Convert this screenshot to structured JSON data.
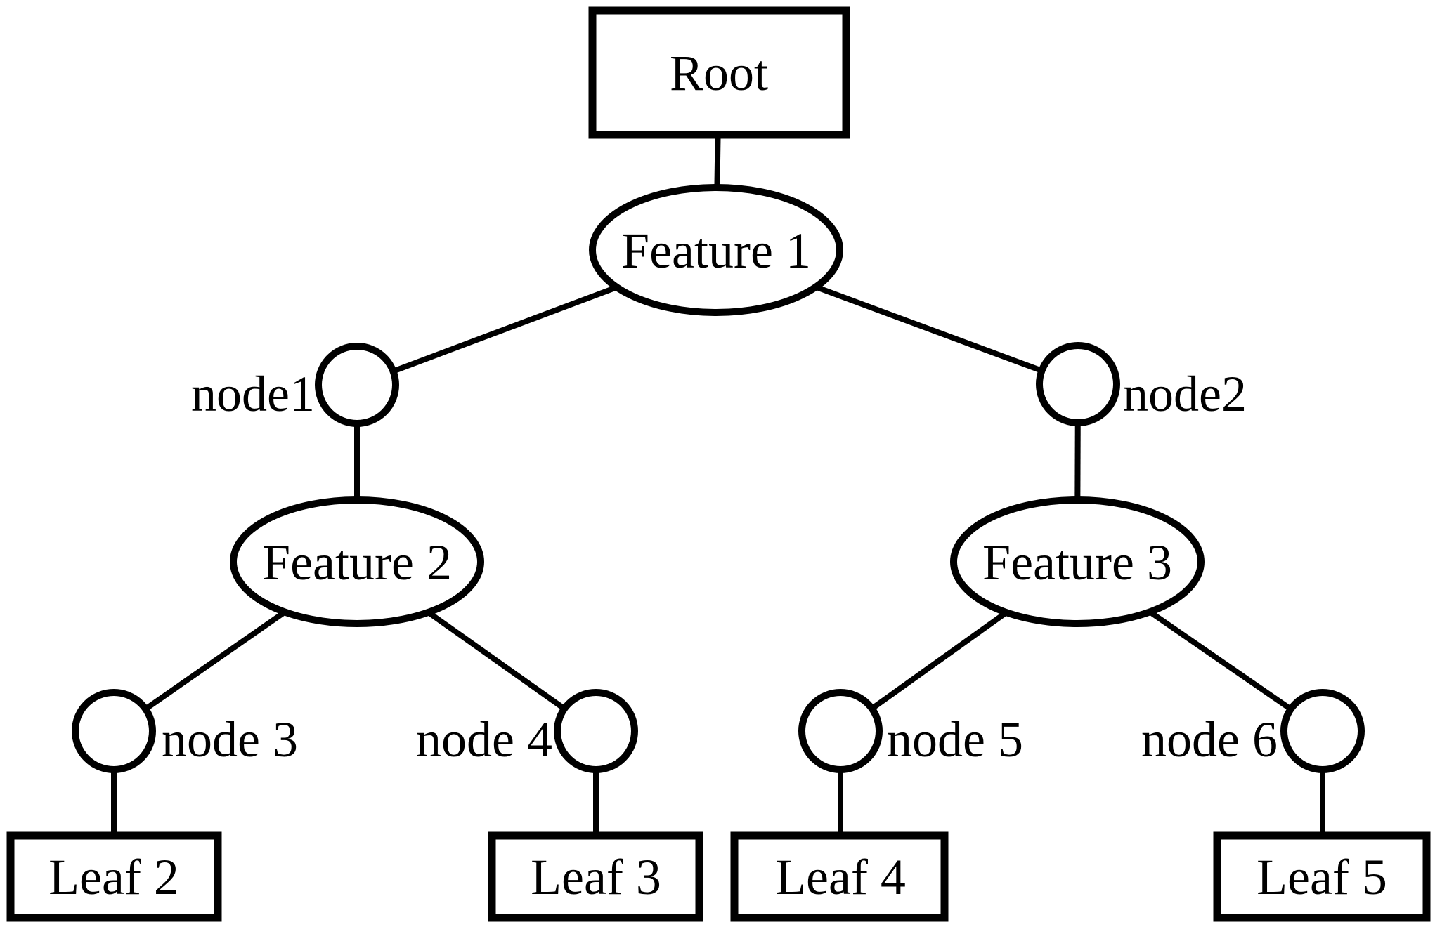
{
  "figure": {
    "type": "tree-diagram",
    "background_color": "#ffffff",
    "stroke_color": "#000000",
    "nodes": {
      "root": "Root",
      "feature1": "Feature 1",
      "feature2": "Feature 2",
      "feature3": "Feature 3",
      "node1": "node1",
      "node2": "node2",
      "node3": "node 3",
      "node4": "node 4",
      "node5": "node 5",
      "node6": "node 6",
      "leaf2": "Leaf 2",
      "leaf3": "Leaf 3",
      "leaf4": "Leaf 4",
      "leaf5": "Leaf 5"
    },
    "edges": [
      [
        "root",
        "feature1"
      ],
      [
        "feature1",
        "node1"
      ],
      [
        "feature1",
        "node2"
      ],
      [
        "node1",
        "feature2"
      ],
      [
        "node2",
        "feature3"
      ],
      [
        "feature2",
        "node3"
      ],
      [
        "feature2",
        "node4"
      ],
      [
        "feature3",
        "node5"
      ],
      [
        "feature3",
        "node6"
      ],
      [
        "node3",
        "leaf2"
      ],
      [
        "node4",
        "leaf3"
      ],
      [
        "node5",
        "leaf4"
      ],
      [
        "node6",
        "leaf5"
      ]
    ]
  }
}
